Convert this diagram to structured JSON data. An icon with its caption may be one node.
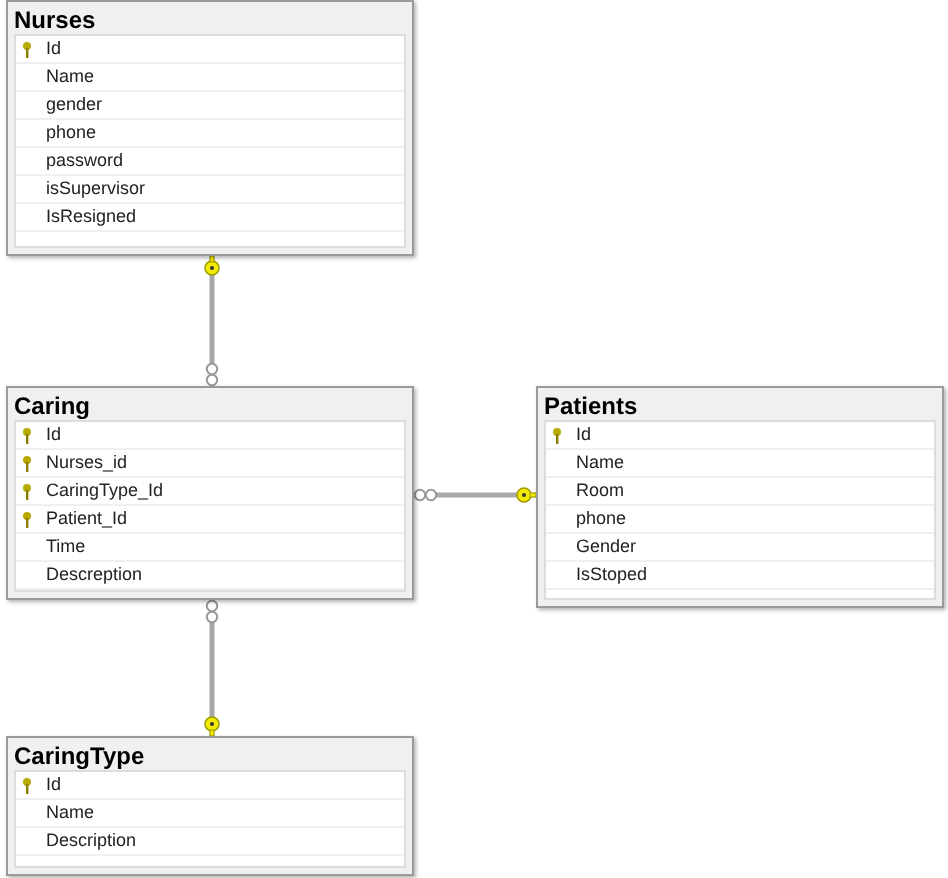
{
  "diagram": {
    "nodes": [
      {
        "text": [
          "Nurses",
          "Id",
          "Name",
          "gender",
          "phone",
          "password",
          "isSupervisor",
          "IsResigned"
        ]
      },
      {
        "text": [
          "Caring",
          "Id",
          "Nurses_id",
          "CaringType_Id",
          "Patient_Id",
          "Time",
          "Descreption"
        ]
      },
      {
        "text": [
          "Patients",
          "Id",
          "Name",
          "Room",
          "phone",
          "Gender",
          "IsStoped"
        ]
      },
      {
        "text": [
          "CaringType",
          "Id",
          "Name",
          "Description"
        ]
      }
    ],
    "edges": [
      {
        "from": 1,
        "to": 0,
        "arrow": "other"
      },
      {
        "from": 1,
        "to": 2,
        "arrow": "other"
      },
      {
        "from": 1,
        "to": 3,
        "arrow": "other"
      }
    ]
  }
}
